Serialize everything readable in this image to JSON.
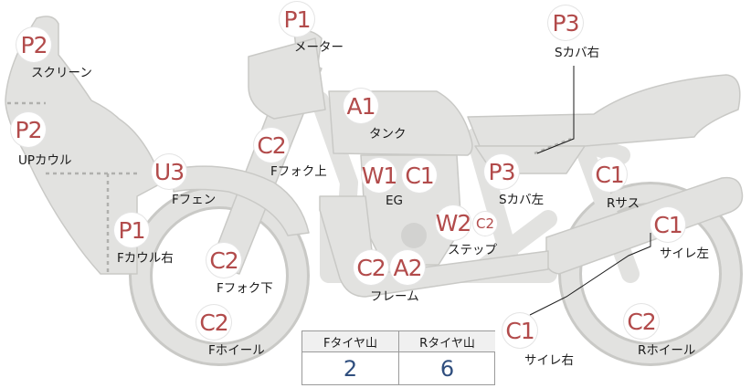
{
  "diagram": {
    "parts": [
      {
        "id": "screen",
        "grade": "P2",
        "label": "スクリーン"
      },
      {
        "id": "upper-cowl",
        "grade": "P2",
        "label": "UPカウル"
      },
      {
        "id": "meter",
        "grade": "P1",
        "label": "メーター"
      },
      {
        "id": "tank",
        "grade": "A1",
        "label": "タンク"
      },
      {
        "id": "fork-upper",
        "grade": "C2",
        "label": "Fフォク上"
      },
      {
        "id": "front-fender",
        "grade": "U3",
        "label": "Fフェン"
      },
      {
        "id": "front-cowl-right",
        "grade": "P1",
        "label": "Fカウル右"
      },
      {
        "id": "fork-lower",
        "grade": "C2",
        "label": "Fフォク下"
      },
      {
        "id": "front-wheel",
        "grade": "C2",
        "label": "Fホイール"
      },
      {
        "id": "engine",
        "grade": "W1",
        "grade2": "C1",
        "label": "EG"
      },
      {
        "id": "frame",
        "grade": "C2",
        "grade2": "A2",
        "label": "フレーム"
      },
      {
        "id": "step",
        "grade": "W2",
        "grade2": "C2",
        "label": "ステップ"
      },
      {
        "id": "side-cover-right",
        "grade": "P3",
        "label": "Sカバ右"
      },
      {
        "id": "side-cover-left",
        "grade": "P3",
        "label": "Sカバ左"
      },
      {
        "id": "rear-suspension",
        "grade": "C1",
        "label": "Rサス"
      },
      {
        "id": "muffler-left",
        "grade": "C1",
        "label": "サイレ左"
      },
      {
        "id": "muffler-right",
        "grade": "C1",
        "label": "サイレ右"
      },
      {
        "id": "rear-wheel",
        "grade": "C2",
        "label": "Rホイール"
      }
    ]
  },
  "tread_table": {
    "front_header": "Fタイヤ山",
    "rear_header": "Rタイヤ山",
    "front_value": "2",
    "rear_value": "6"
  },
  "colors": {
    "part_fill": "#e2e2e0",
    "part_outline": "#c9c9c6",
    "grade_text": "#b24b4b",
    "tread_value": "#2f4e7e"
  }
}
